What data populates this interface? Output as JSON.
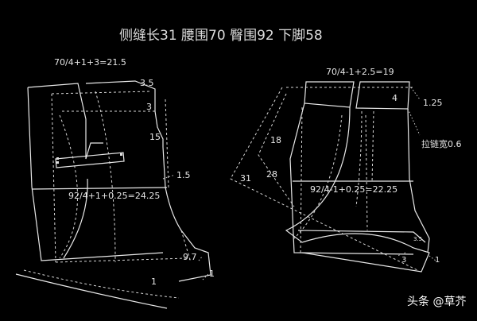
{
  "title": "侧缝长31   腰围70   臀围92   下脚58",
  "front": {
    "waist_formula": "70/4+1+3=21.5",
    "hip_formula": "92/4+1+0.25=24.25",
    "m_3_5": "3.5",
    "m_3": "3",
    "m_15": "15",
    "m_1_5": "1.5",
    "m_9_7": "9.7",
    "m_1a": "1",
    "m_1b": "1"
  },
  "back": {
    "waist_formula": "70/4-1+2.5=19",
    "hip_formula": "92/4-1+0.25=22.25",
    "m_4": "4",
    "m_1_25": "1.25",
    "zipper": "拉链宽0.6",
    "m_18": "18",
    "m_31": "31",
    "m_28": "28",
    "m_3_5": "3.5",
    "m_3": "3",
    "m_1": "1"
  },
  "watermark": "头条 @草芥"
}
